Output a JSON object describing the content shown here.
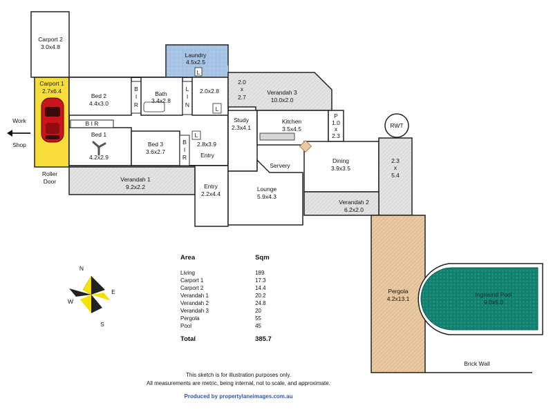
{
  "rooms": {
    "carport2": {
      "name": "Carport 2",
      "dims": "3.0x4.8"
    },
    "carport1": {
      "name": "Carport 1",
      "dims": "2.7x6.4"
    },
    "laundry": {
      "name": "Laundry",
      "dims": "4.5x2.5"
    },
    "bath": {
      "name": "Bath",
      "dims": "3.4x2.8"
    },
    "bed2": {
      "name": "Bed 2",
      "dims": "4.4x3.0"
    },
    "bed1": {
      "name": "Bed 1",
      "dims": "4.2x2.9"
    },
    "bed3": {
      "name": "Bed 3",
      "dims": "3.6x2.7"
    },
    "room_2_0x2_8": {
      "dims": "2.0x2.8"
    },
    "room_2_8x3_9": {
      "dims": "2.8x3.9"
    },
    "verandah3": {
      "name": "Verandah 3",
      "dims": "10.0x2.0",
      "side_w": "2.0",
      "side_x": "x",
      "side_h": "2.7"
    },
    "study": {
      "name": "Study",
      "dims": "2.3x4.1"
    },
    "kitchen": {
      "name": "Kitchen",
      "dims": "3.5x4.5"
    },
    "pantry": {
      "p": "P",
      "w": "1.0",
      "x": "x",
      "h": "2.3"
    },
    "rwt": "RWT",
    "dining": {
      "name": "Dining",
      "dims": "3.9x3.5"
    },
    "servery": "Servery",
    "side_verandah": {
      "w": "2.3",
      "x": "x",
      "h": "5.4"
    },
    "entry_upper": "Entry",
    "entry": {
      "name": "Entry",
      "dims": "2.2x4.4"
    },
    "lounge": {
      "name": "Lounge",
      "dims": "5.9x4.3"
    },
    "verandah1": {
      "name": "Verandah 1",
      "dims": "9.2x2.2"
    },
    "verandah2": {
      "name": "Verandah 2",
      "dims": "6.2x2.0"
    },
    "pergola": {
      "name": "Pergola",
      "dims": "4.2x13.1"
    },
    "pool": {
      "name": "Inground Pool",
      "dims": "9.0x5.0"
    }
  },
  "fixtures": {
    "bir": [
      "B",
      "I",
      "R"
    ],
    "bir_horizontal": "B I R",
    "lin": [
      "L",
      "I",
      "N"
    ],
    "l": "L"
  },
  "labels": {
    "work": "Work",
    "shop": "Shop",
    "roller_door_1": "Roller",
    "roller_door_2": "Door",
    "brick_wall": "Brick Wall"
  },
  "compass": {
    "n": "N",
    "e": "E",
    "s": "S",
    "w": "W"
  },
  "area_table": {
    "header_area": "Area",
    "header_sqm": "Sqm",
    "rows": [
      {
        "label": "Living",
        "value": "189"
      },
      {
        "label": "Carport 1",
        "value": "17.3"
      },
      {
        "label": "Carport 2",
        "value": "14.4"
      },
      {
        "label": "Verandah 1",
        "value": "20.2"
      },
      {
        "label": "Verandah 2",
        "value": "24.8"
      },
      {
        "label": "Verandah 3",
        "value": "20"
      },
      {
        "label": "Pergola",
        "value": "55"
      },
      {
        "label": "Pool",
        "value": "45"
      }
    ],
    "total_label": "Total",
    "total_value": "385.7"
  },
  "disclaimer_1": "This sketch is for illustration purposes only.",
  "disclaimer_2": "All measurements are metric, being internal, not to scale, and approximate.",
  "credit": "Produced by propertylaneimages.com.au",
  "colors": {
    "carport1_fill": "#f7dd3a",
    "laundry_fill": "#a9c6e6",
    "verandah_fill": "#e2e2e2",
    "pergola_fill": "#e7c9a4",
    "pool_fill": "#1a8a7c",
    "wall": "#2a2a2a",
    "credit": "#2a5aa8"
  }
}
